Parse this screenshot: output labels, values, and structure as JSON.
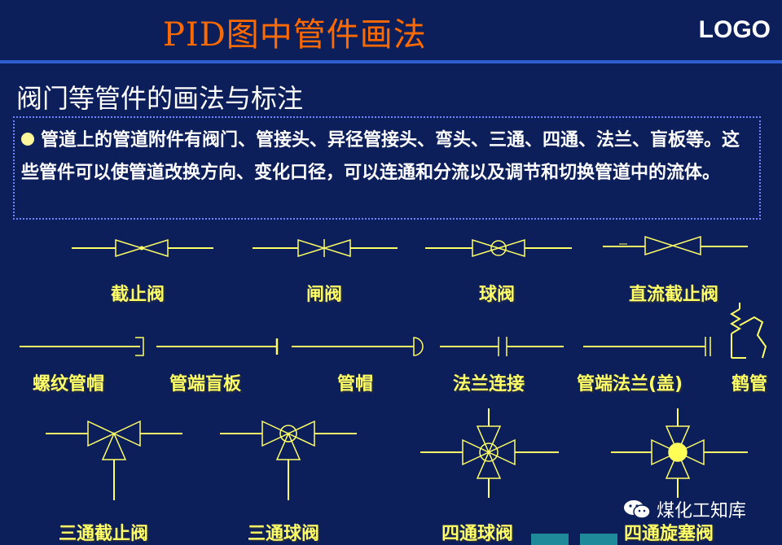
{
  "header": {
    "title": "PID图中管件画法",
    "logo": "LOGO"
  },
  "section": {
    "subtitle": "阀门等管件的画法与标注"
  },
  "intro": {
    "text": "管道上的管道附件有阀门、管接头、异径管接头、弯头、三通、四通、法兰、盲板等。这些管件可以使管道改换方向、变化口径，可以连通和分流以及调节和切换管道中的流体。"
  },
  "symbols": {
    "row1": [
      "截止阀",
      "闸阀",
      "球阀",
      "直流截止阀"
    ],
    "row2": [
      "螺纹管帽",
      "管端盲板",
      "管帽",
      "法兰连接",
      "管端法兰(盖)",
      "鹤管"
    ],
    "row3": [
      "三通截止阀",
      "三通球阀",
      "四通球阀",
      "四通旋塞阀"
    ]
  },
  "colors": {
    "background": "#0c1f5a",
    "title": "#ff6a00",
    "symbol_line": "#ffff66",
    "label": "#ffff66",
    "frame": "#6f86ff"
  },
  "watermark": {
    "text": "煤化工知库",
    "icon": "wechat-icon"
  }
}
